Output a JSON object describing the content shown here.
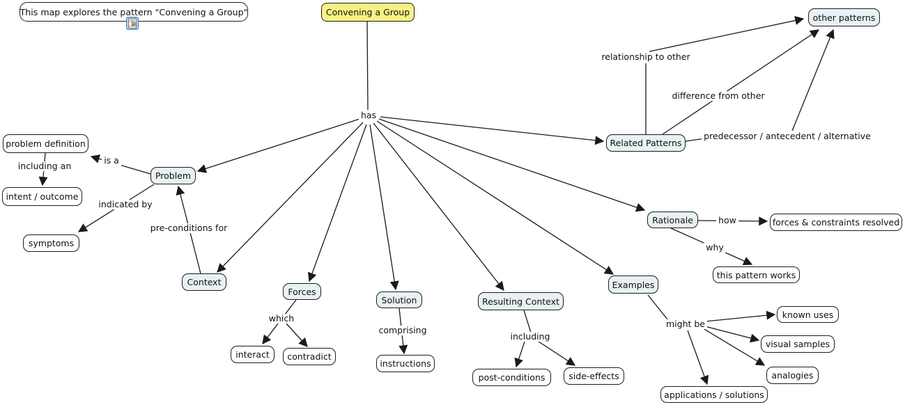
{
  "note": {
    "text": "This map explores the pattern \"Convening a Group\"",
    "icon": "document-resource-icon"
  },
  "nodes": {
    "main": "Convening a Group",
    "other_patterns": "other patterns",
    "related_patterns": "Related Patterns",
    "rationale": "Rationale",
    "forces_constraints_resolved": "forces & constraints resolved",
    "this_pattern_works": "this pattern works",
    "problem_definition": "problem definition",
    "intent_outcome": "intent / outcome",
    "problem": "Problem",
    "symptoms": "symptoms",
    "context": "Context",
    "forces": "Forces",
    "interact": "interact",
    "contradict": "contradict",
    "solution": "Solution",
    "instructions": "instructions",
    "resulting_context": "Resulting Context",
    "post_conditions": "post-conditions",
    "side_effects": "side-effects",
    "examples": "Examples",
    "known_uses": "known uses",
    "visual_samples": "visual samples",
    "analogies": "analogies",
    "applications_solutions": "applications / solutions"
  },
  "links": {
    "has": "has",
    "is_a": "is a",
    "including_an": "including an",
    "indicated_by": "indicated by",
    "pre_conditions_for": "pre-conditions for",
    "which": "which",
    "comprising": "comprising",
    "including": "including",
    "might_be": "might be",
    "relationship_to_other": "relationship to other",
    "difference_from_other": "difference from other",
    "predecessor_antecedent_alternative": "predecessor / antecedent / alternative",
    "how": "how",
    "why": "why"
  },
  "colors": {
    "root_fill": "#f7f283",
    "concept_fill": "#e8f1f3",
    "leaf_fill": "#ffffff",
    "border": "#1c1c1c",
    "line": "#1a1a1a",
    "resource_icon_border": "#4f81bd"
  }
}
